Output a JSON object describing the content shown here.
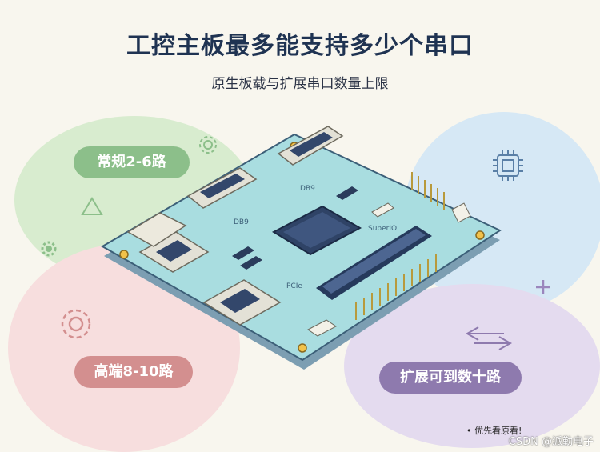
{
  "header": {
    "title": "工控主板最多能支持多少个串口",
    "subtitle": "原生板载与扩展串口数量上限"
  },
  "labels": {
    "common": "常规2-6路",
    "high_end": "高端8-10路",
    "expansion": "扩展可到数十路"
  },
  "board": {
    "silk_db9_top": "DB9",
    "silk_db9_mid": "DB9",
    "silk_superio": "SuperIO",
    "silk_pcie": "PCIe"
  },
  "footer": {
    "note": "• 优先看原看!",
    "watermark": "CSDN @派勤电子"
  },
  "icons": {
    "gear_small": "gear-icon",
    "triangle": "triangle-icon",
    "gear_large": "gear-icon",
    "chip": "chip-icon",
    "plus": "plus-icon",
    "arrows": "double-arrow-icon"
  },
  "colors": {
    "title": "#1f3352",
    "board": "#a9dde0",
    "pill_green": "#8cbf8a",
    "pill_pink": "#d38f8f",
    "pill_purple": "#8e7aae"
  }
}
